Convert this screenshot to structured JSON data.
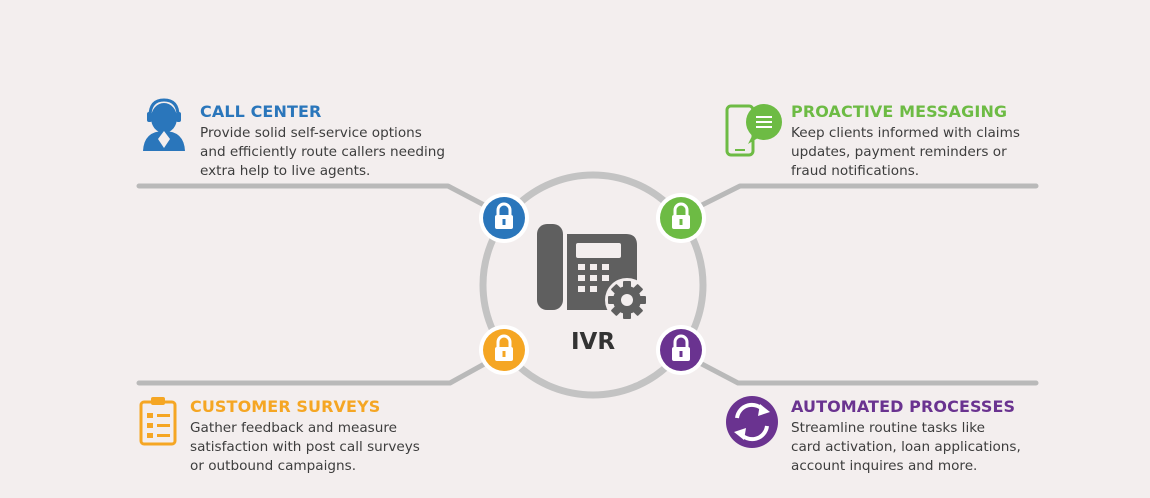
{
  "colors": {
    "background": "#f3eeee",
    "line": "#b9b9b9",
    "ring": "#c3c3c3",
    "blue": "#2a76bb",
    "green": "#6dbb44",
    "orange": "#f5a623",
    "purple": "#6a3390",
    "phone": "#5f5f5f"
  },
  "center": {
    "label": "IVR",
    "icon": "desk-phone-gear-icon"
  },
  "sections": {
    "call_center": {
      "title": "CALL CENTER",
      "lines": [
        "Provide solid self-service options",
        "and efficiently route callers needing",
        "extra help to live agents."
      ],
      "icon": "agent-headset-icon"
    },
    "proactive_messaging": {
      "title": "PROACTIVE MESSAGING",
      "lines": [
        "Keep clients informed with claims",
        "updates, payment reminders or",
        "fraud notifications."
      ],
      "icon": "phone-message-icon"
    },
    "customer_surveys": {
      "title": "CUSTOMER SURVEYS",
      "lines": [
        "Gather feedback and measure",
        "satisfaction with post call surveys",
        "or outbound campaigns."
      ],
      "icon": "clipboard-icon"
    },
    "automated_processes": {
      "title": "AUTOMATED PROCESSES",
      "lines": [
        "Streamline routine tasks like",
        "card activation, loan applications,",
        "account inquires and more."
      ],
      "icon": "refresh-arrows-icon"
    }
  }
}
